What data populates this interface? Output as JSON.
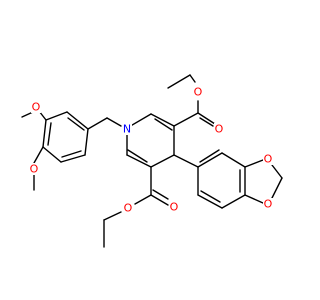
{
  "colors": {
    "bond": "#000000",
    "oxygen": "#ff0000",
    "nitrogen": "#0000ff",
    "background": "#ffffff"
  },
  "atoms": {
    "n1": "N",
    "o_ester_top_carbonyl": "O",
    "o_ester_top_ether": "O",
    "o_ester_bottom_carbonyl": "O",
    "o_ester_bottom_ether": "O",
    "o_methoxy_upper": "O",
    "o_methoxy_lower": "O",
    "o_dioxole_upper": "O",
    "o_dioxole_lower": "O"
  }
}
